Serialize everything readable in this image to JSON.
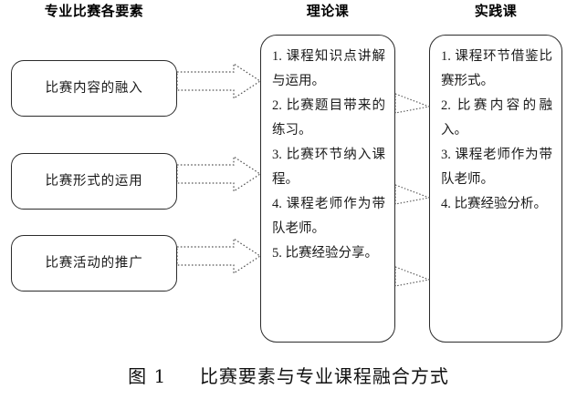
{
  "figure": {
    "caption_prefix": "图 1",
    "caption_text": "比赛要素与专业课程融合方式"
  },
  "columns": {
    "left_header": "专业比赛各要素",
    "middle_header": "理论课",
    "right_header": "实践课"
  },
  "left_boxes": [
    {
      "label": "比赛内容的融入"
    },
    {
      "label": "比赛形式的运用"
    },
    {
      "label": "比赛活动的推广"
    }
  ],
  "middle_items": [
    "1. 课程知识点讲解与运用。",
    "2. 比赛题目带来的练习。",
    "3. 比赛环节纳入课程。",
    "4. 课程老师作为带队老师。",
    "5. 比赛经验分享。"
  ],
  "right_items": [
    "1. 课程环节借鉴比赛形式。",
    "2. 比赛内容的融入。",
    "3. 课程老师作为带队老师。",
    "4. 比赛经验分析。"
  ],
  "connectors": {
    "left_to_middle_count": 3,
    "middle_to_right_count": 3,
    "style": "dotted-outline"
  },
  "colors": {
    "background": "#ffffff",
    "stroke": "#2b2b2b",
    "text": "#1a1a1a",
    "connector": "#555555"
  }
}
